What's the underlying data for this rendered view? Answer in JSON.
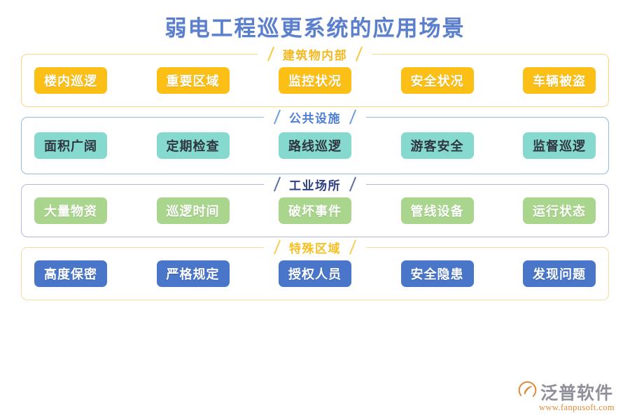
{
  "page": {
    "title": "弱电工程巡更系统的应用场景"
  },
  "sections": [
    {
      "id": "building-interior",
      "header": "建筑物内部",
      "accent": "#fcbf16",
      "border": "#fbd77e",
      "chips": [
        {
          "label": "楼内巡逻"
        },
        {
          "label": "重要区域"
        },
        {
          "label": "监控状况"
        },
        {
          "label": "安全状况"
        },
        {
          "label": "车辆被盗"
        }
      ]
    },
    {
      "id": "public-facility",
      "header": "公共设施",
      "accent": "#85d9ce",
      "border": "#93bddd",
      "chips": [
        {
          "label": "面积广阔"
        },
        {
          "label": "定期检查"
        },
        {
          "label": "路线巡逻"
        },
        {
          "label": "游客安全"
        },
        {
          "label": "监督巡逻"
        }
      ]
    },
    {
      "id": "industrial-site",
      "header": "工业场所",
      "accent": "#a9d58c",
      "border": "#b3b8dd",
      "chips": [
        {
          "label": "大量物资"
        },
        {
          "label": "巡逻时间"
        },
        {
          "label": "破坏事件"
        },
        {
          "label": "管线设备"
        },
        {
          "label": "运行状态"
        }
      ]
    },
    {
      "id": "special-zone",
      "header": "特殊区域",
      "accent": "#4a76ca",
      "border": "#f6dd9d",
      "chips": [
        {
          "label": "高度保密"
        },
        {
          "label": "严格规定"
        },
        {
          "label": "授权人员"
        },
        {
          "label": "安全隐患"
        },
        {
          "label": "发现问题"
        }
      ]
    }
  ],
  "footer": {
    "brand": "泛普软件",
    "url": "www.fanpusoft.com",
    "logo_color": "#e08b3a"
  }
}
